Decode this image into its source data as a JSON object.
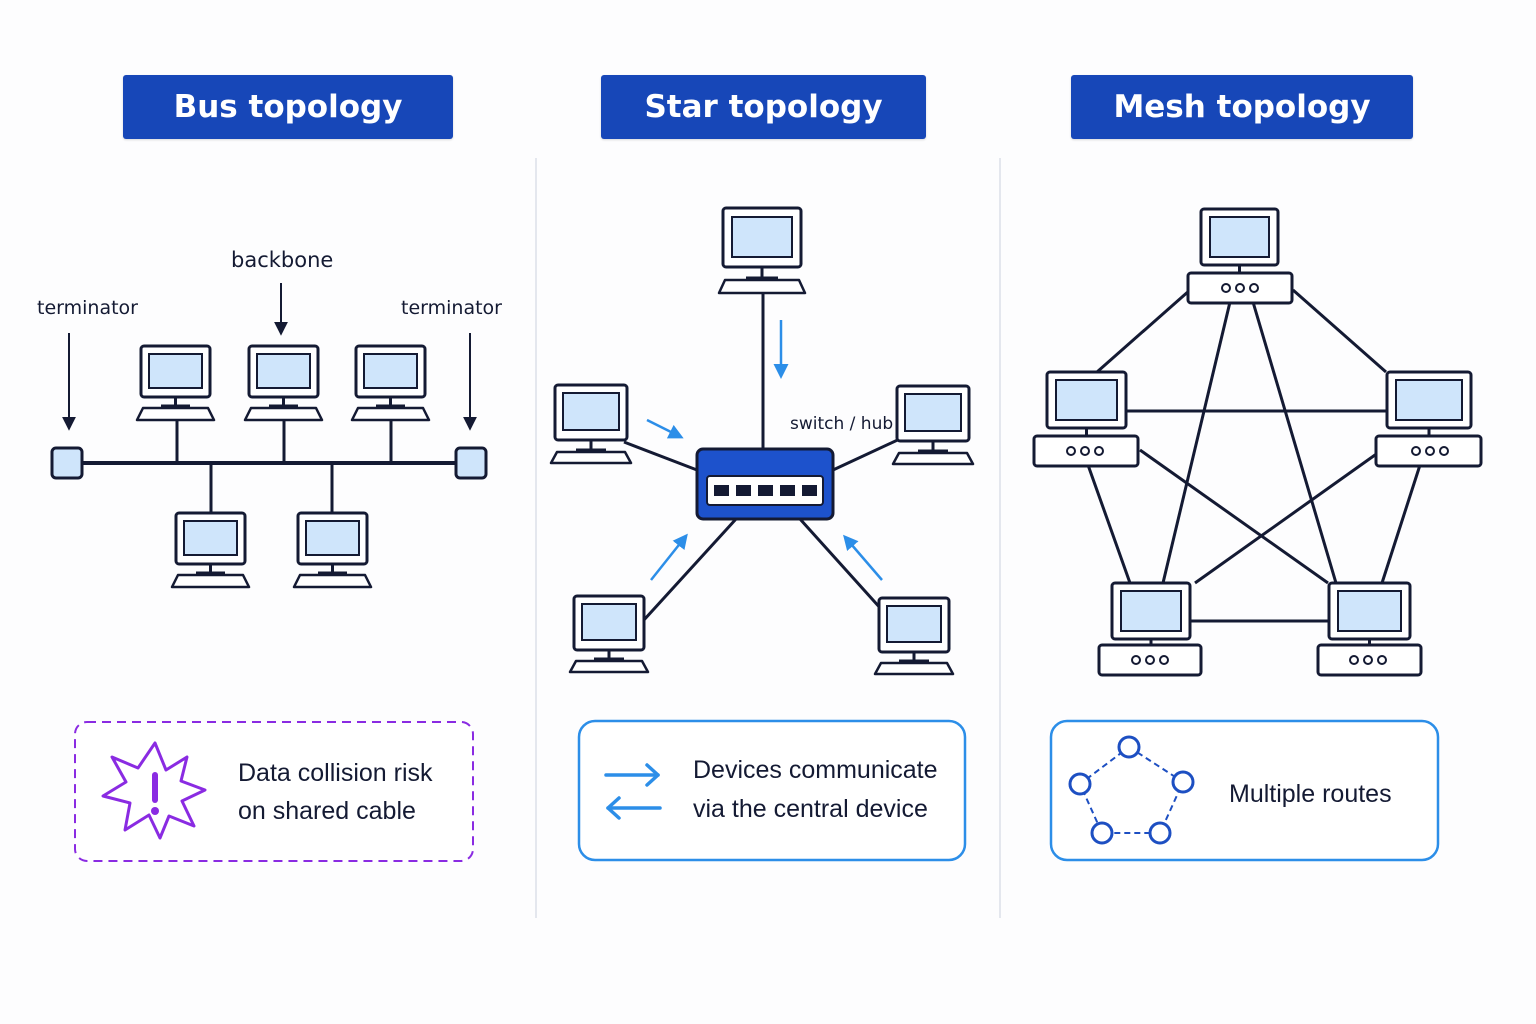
{
  "panels": {
    "bus": {
      "title": "Bus topology",
      "backbone_label": "backbone",
      "terminator_left_label": "terminator",
      "terminator_right_label": "terminator",
      "note_line1": "Data collision risk",
      "note_line2": "on shared cable",
      "note_icon": "exclamation-burst-icon",
      "note_color": "#8a2be2"
    },
    "star": {
      "title": "Star topology",
      "hub_label": "switch / hub",
      "note_line1": "Devices communicate",
      "note_line2": "via the central device",
      "note_icon": "bidirectional-arrows-icon",
      "note_color": "#2c8ee8"
    },
    "mesh": {
      "title": "Mesh topology",
      "note_line1": "Multiple routes",
      "note_icon": "pentagon-routes-icon",
      "note_color": "#2c8ee8"
    }
  },
  "colors": {
    "title_bg": "#1747b8",
    "title_text": "#ffffff",
    "outline": "#141a33",
    "screen_fill": "#cfe5fb",
    "hub_fill": "#1d52cc",
    "flow_arrow": "#2c8ee8",
    "pentagon_accent": "#1d4fc2"
  }
}
